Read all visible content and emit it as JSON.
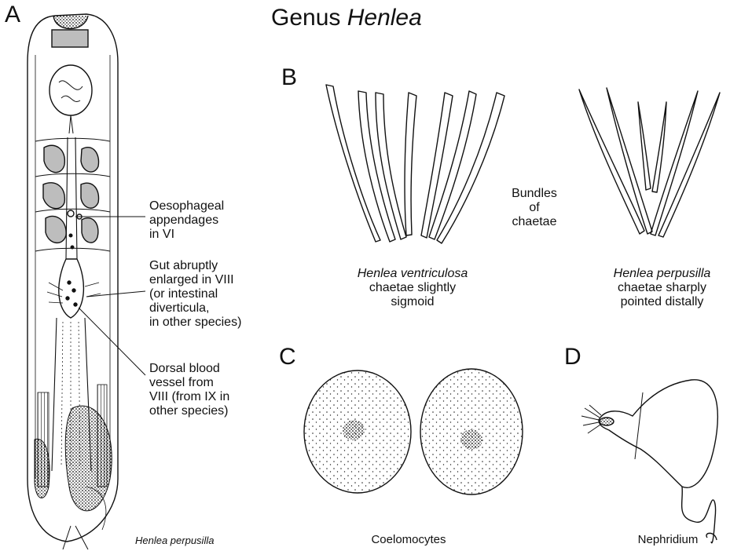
{
  "panels": {
    "a": "A",
    "b": "B",
    "c": "C",
    "d": "D"
  },
  "title": {
    "prefix": "Genus ",
    "genus": "Henlea"
  },
  "worm": {
    "callouts": [
      {
        "lines": [
          "Oesophageal",
          "appendages",
          "in VI"
        ]
      },
      {
        "lines": [
          "Gut abruptly",
          "enlarged in VIII",
          "(or intestinal",
          "diverticula,",
          "in other species)"
        ]
      },
      {
        "lines": [
          "Dorsal blood",
          "vessel from",
          "VIII (from IX in",
          "other species)"
        ]
      }
    ],
    "caption": "Henlea perpusilla"
  },
  "chaetae": {
    "middle_label": [
      "Bundles",
      "of",
      "chaetae"
    ],
    "left": {
      "species": "Henlea ventriculosa",
      "desc": [
        "chaetae slightly",
        "sigmoid"
      ]
    },
    "right": {
      "species": "Henlea perpusilla",
      "desc": [
        "chaetae sharply",
        "pointed distally"
      ]
    }
  },
  "coelomocytes": {
    "caption": "Coelomocytes"
  },
  "nephridium": {
    "caption": "Nephridium"
  }
}
